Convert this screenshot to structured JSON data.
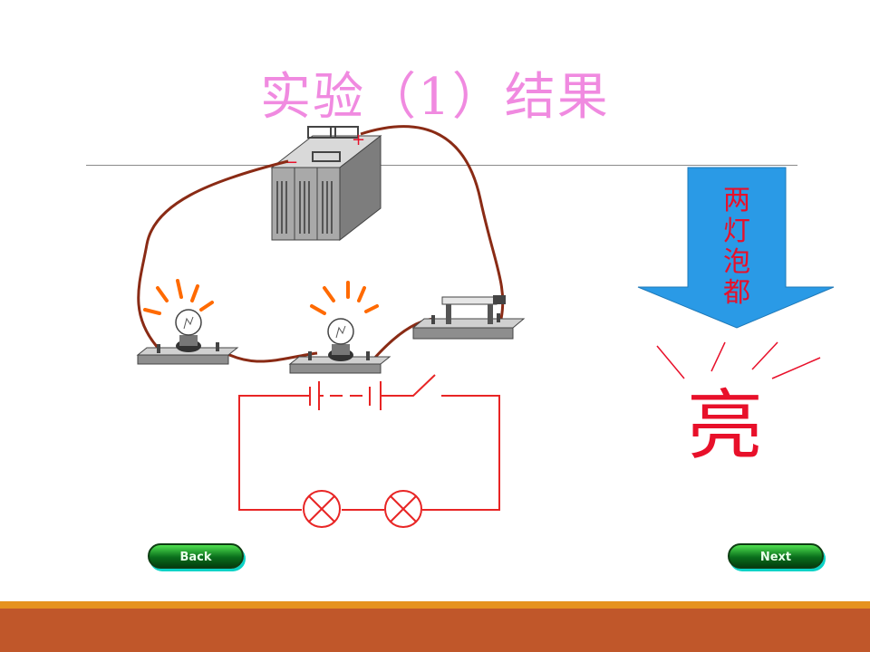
{
  "slide": {
    "title": "实验（1）结果",
    "arrow_text": "两\n灯\n泡\n都",
    "result_text": "亮",
    "battery_plus": "+",
    "battery_minus": "−"
  },
  "nav": {
    "back_label": "Back",
    "next_label": "Next"
  },
  "colors": {
    "title": "#f08ae0",
    "arrow_fill": "#2a9ae6",
    "red_text": "#e8102a",
    "wire": "#8a2b15",
    "schematic": "#e82525",
    "footer_top": "#e6921e",
    "footer_bar": "#c0572a"
  }
}
